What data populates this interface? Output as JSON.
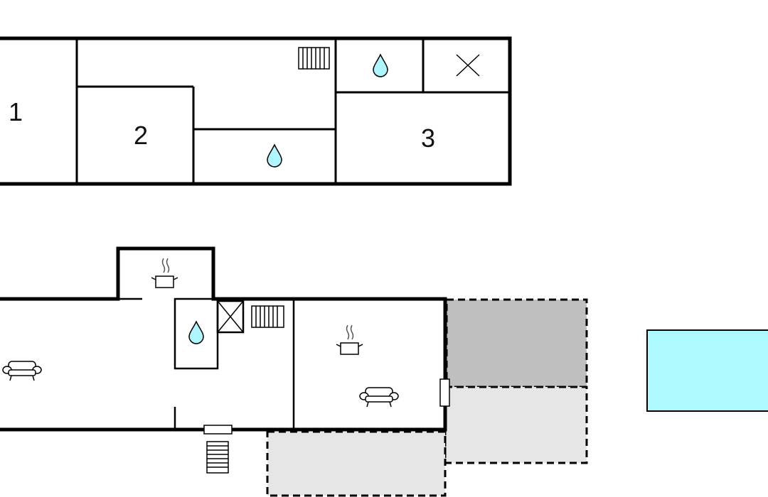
{
  "floor_upper": {
    "rooms": [
      {
        "label": "1"
      },
      {
        "label": "2"
      },
      {
        "label": "3"
      }
    ],
    "icons": [
      "radiator-icon",
      "water-drop-icon",
      "water-drop-icon",
      "cross-icon"
    ]
  },
  "floor_ground": {
    "icons": [
      "cooking-pot-icon",
      "cooking-pot-icon",
      "sofa-icon",
      "sofa-icon",
      "water-drop-icon",
      "radiator-icon",
      "cross-icon",
      "stairs-icon",
      "door-icon",
      "door-icon"
    ]
  },
  "colors": {
    "wall": "#000000",
    "water_drop": "#aef6ff",
    "pool": "#aefbff",
    "terrace_dark": "#bfbfbf",
    "terrace_light": "#e6e6e6"
  }
}
